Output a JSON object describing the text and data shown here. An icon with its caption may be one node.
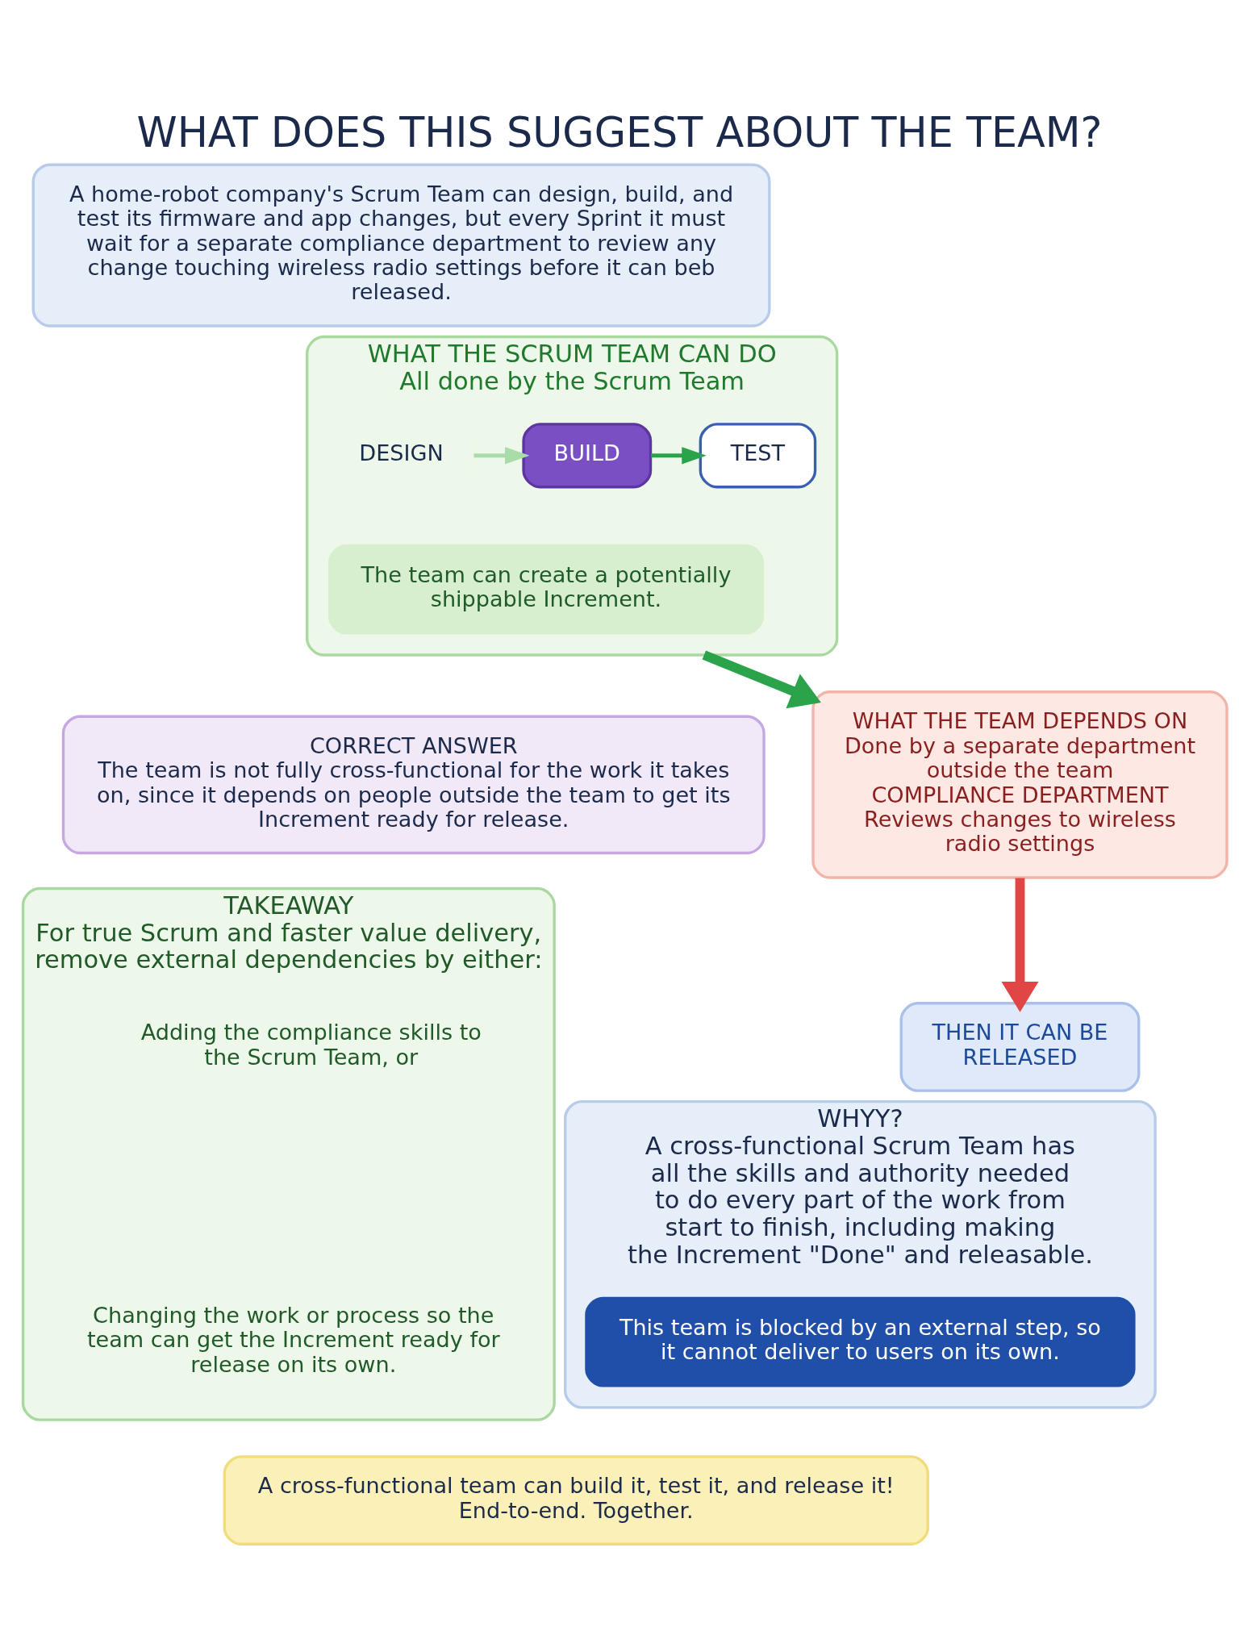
{
  "diagram": {
    "title": "WHAT DOES THIS SUGGEST ABOUT THE TEAM?",
    "nodes": [
      {
        "text": [
          "A home-robot company's Scrum Team can design, build, and test its firmware and app changes, but every Sprint it must wait for a separate compliance department to review any change touching wireless radio settings before it can beb released."
        ]
      },
      {
        "text": [
          "WHAT THE SCRUM TEAM CAN DO",
          "All done by the Scrum Team"
        ]
      },
      {
        "text": [
          "DESIGN"
        ],
        "in": 1
      },
      {
        "text": [
          "BUILD"
        ],
        "in": 1
      },
      {
        "text": [
          "TEST"
        ],
        "in": 1
      },
      {
        "text": [
          "The team can create a potentially shippable Increment."
        ],
        "in": 1
      },
      {
        "text": [
          "WHAT THE TEAM DEPENDS ON",
          "Done by a separate department outside the team",
          "COMPLIANCE DEPARTMENT",
          "Reviews changes to wireless radio settings"
        ]
      },
      {
        "text": [
          "THEN IT CAN BE RELEASED"
        ]
      },
      {
        "text": [
          "CORRECT ANSWER",
          "The team is not fully cross-functional for the work it takes on, since it depends on people outside the team to get its Increment ready for release."
        ]
      },
      {
        "text": [
          "WHYY?",
          "A cross-functional Scrum Team has all the skills and authority needed to do every part of the work from start to finish, including making the Increment \"Done\" and releasable."
        ]
      },
      {
        "text": [
          "This team is blocked by an external step, so it cannot deliver to users on its own."
        ],
        "in": 9
      },
      {
        "text": [
          "TAKEAWAY",
          "For true Scrum and faster value delivery, remove external dependencies by either:"
        ]
      },
      {
        "text": [
          "Adding the compliance skills to the Scrum Team, or"
        ],
        "in": 11
      },
      {
        "text": [
          "Changing the work or process so the team can get the Increment ready for release on its own."
        ],
        "in": 11
      },
      {
        "text": [
          "A cross-functional team can build it, test it, and release it!",
          "End-to-end. Together."
        ]
      }
    ],
    "edges": [
      {
        "from": 2,
        "to": 3,
        "arrow": "to",
        "color": "#a8dca8"
      },
      {
        "from": 3,
        "to": 4,
        "arrow": "to"
      },
      {
        "from": 1,
        "to": 6,
        "arrow": "to",
        "style": "thick"
      },
      {
        "from": 6,
        "to": 7,
        "arrow": "to",
        "style": "thick",
        "color": "#e04646"
      }
    ]
  }
}
